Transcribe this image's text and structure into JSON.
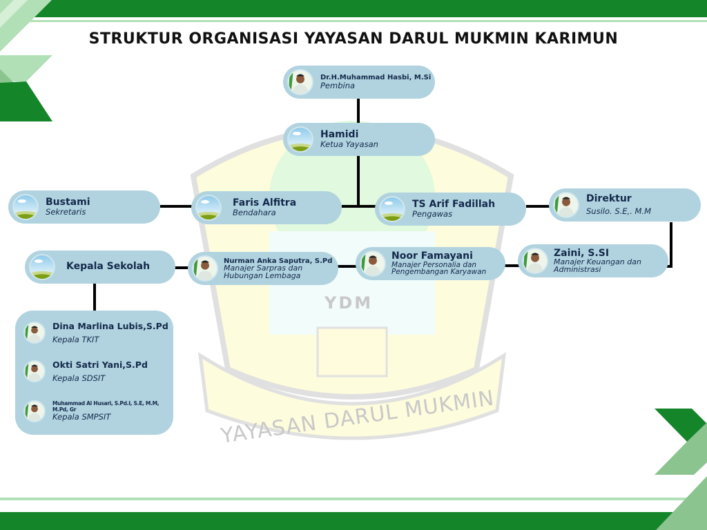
{
  "title": "STRUKTUR ORGANISASI YAYASAN DARUL MUKMIN KARIMUN",
  "watermark": {
    "initials": "YDM",
    "banner": "YAYASAN DARUL MUKMIN"
  },
  "colors": {
    "dark_green": "#15852a",
    "light_green": "#b2e0b6",
    "node_bg": "#b0d3df",
    "text": "#14284b"
  },
  "nodes": {
    "pembina": {
      "name": "Dr.H.Muhammad Hasbi, M.Si",
      "role": "Pembina",
      "avatar": "photo"
    },
    "ketua": {
      "name": "Hamidi",
      "role": "Ketua Yayasan",
      "avatar": "placeholder"
    },
    "sekretaris": {
      "name": "Bustami",
      "role": "Sekretaris",
      "avatar": "placeholder"
    },
    "bendahara": {
      "name": "Faris Alfitra",
      "role": "Bendahara",
      "avatar": "placeholder"
    },
    "pengawas": {
      "name": "TS Arif Fadillah",
      "role": "Pengawas",
      "avatar": "placeholder"
    },
    "direktur": {
      "name": "Direktur",
      "role": "Susilo. S.E,. M.M",
      "avatar": "photo"
    },
    "keuangan": {
      "name": "Zaini, S.SI",
      "role": "Manajer Keuangan dan Administrasi",
      "avatar": "photo"
    },
    "personalia": {
      "name": "Noor Famayani",
      "role": "Manajer Personalia dan Pengembangan Karyawan",
      "avatar": "photo"
    },
    "sarpras": {
      "name": "Nurman Anka Saputra, S.Pd",
      "role": "Manajer Sarpras dan Hubungan Lembaga",
      "avatar": "photo"
    },
    "kepala_sekolah": {
      "name": "Kepala Sekolah",
      "avatar": "placeholder"
    }
  },
  "schools": [
    {
      "name": "Dina Marlina Lubis,S.Pd",
      "role": "Kepala TKIT"
    },
    {
      "name": "Okti Satri Yani,S.Pd",
      "role": "Kepala SDSIT"
    },
    {
      "name": "Muhammad Al Husari, S.Pd.I, S.E, M.M, M.Pd, Gr",
      "role": "Kepala SMPSIT"
    }
  ]
}
